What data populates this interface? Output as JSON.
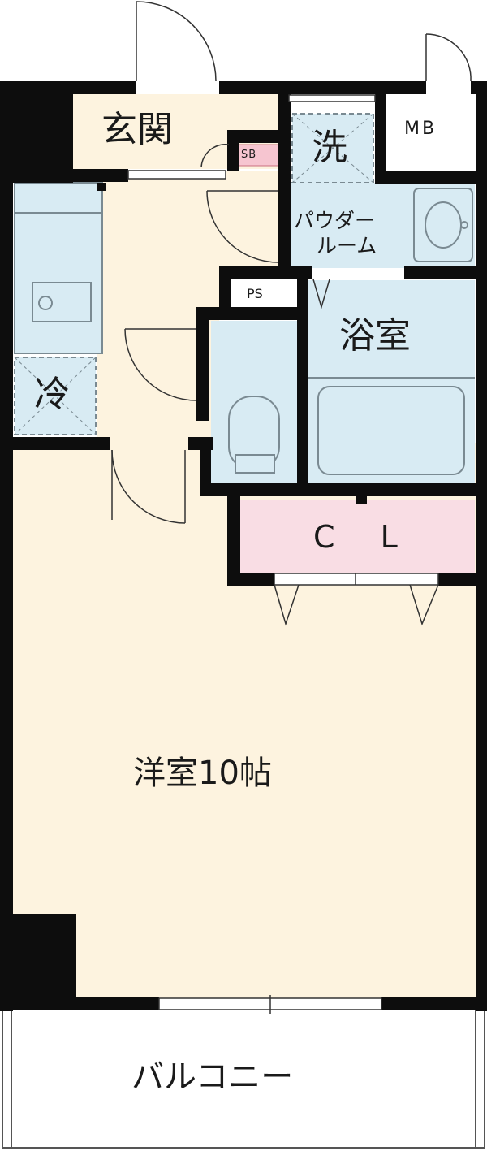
{
  "floor_plan": {
    "rooms": {
      "entrance": "玄関",
      "washer": "洗",
      "meter_box": "MB",
      "shoe_box": "SB",
      "powder_room_line1": "パウダー",
      "powder_room_line2": "ルーム",
      "pipe_space": "PS",
      "bathroom": "浴室",
      "fridge": "冷",
      "closet": "C L",
      "western_room": "洋室10帖",
      "balcony": "バルコニー"
    },
    "colors": {
      "wall": "#0d0d0d",
      "floor": "#fdf3df",
      "wet_area": "#d8ebf3",
      "closet": "#f9dde4",
      "shoe_box": "#f6c5d0",
      "fixture_stroke": "#7a8a92"
    }
  }
}
